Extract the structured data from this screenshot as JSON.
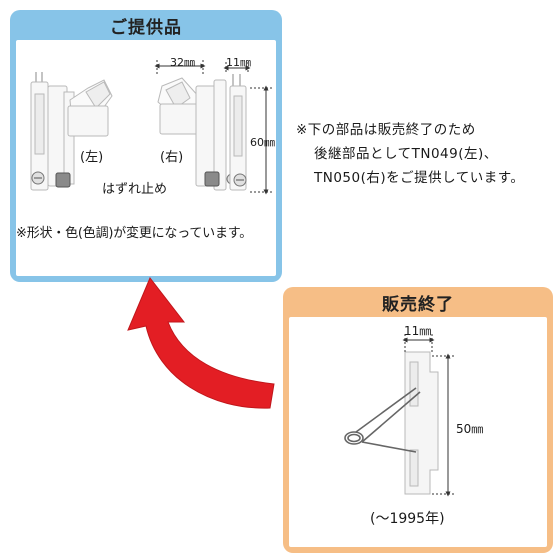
{
  "provided_panel": {
    "title": "ご提供品",
    "label_left": "(左)",
    "label_right": "(右)",
    "dim_width": "32㎜",
    "dim_thickness": "11㎜",
    "dim_height": "60㎜",
    "part_name": "はずれ止め",
    "shape_note": "※形状・色(色調)が変更になっています。",
    "color": "#87c4e8"
  },
  "notice": {
    "line1": "※下の部品は販売終了のため",
    "line2": "後継部品としてTN049(左)、",
    "line3": "TN050(右)をご提供しています。"
  },
  "discontinued_panel": {
    "title": "販売終了",
    "dim_thickness": "11㎜",
    "dim_height": "50㎜",
    "period": "(〜1995年)",
    "color": "#f6be86"
  },
  "arrow": {
    "color": "#e31e24"
  }
}
